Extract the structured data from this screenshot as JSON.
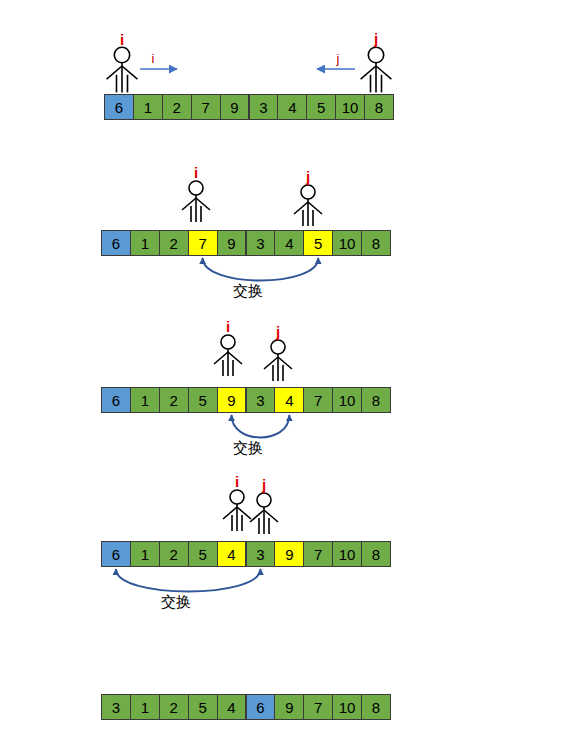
{
  "diagram": {
    "nodes": [
      {
        "text": [
          "6"
        ]
      },
      {
        "text": [
          "1"
        ]
      },
      {
        "text": [
          "2"
        ]
      },
      {
        "text": [
          "7"
        ]
      },
      {
        "text": [
          "9"
        ]
      },
      {
        "text": [
          "3"
        ]
      },
      {
        "text": [
          "4"
        ]
      },
      {
        "text": [
          "5"
        ]
      },
      {
        "text": [
          "10"
        ]
      },
      {
        "text": [
          "8"
        ]
      },
      {
        "text": [
          "6"
        ]
      },
      {
        "text": [
          "1"
        ]
      },
      {
        "text": [
          "2"
        ]
      },
      {
        "text": [
          "7"
        ]
      },
      {
        "text": [
          "9"
        ]
      },
      {
        "text": [
          "3"
        ]
      },
      {
        "text": [
          "4"
        ]
      },
      {
        "text": [
          "5"
        ]
      },
      {
        "text": [
          "10"
        ]
      },
      {
        "text": [
          "8"
        ]
      },
      {
        "text": [
          "6"
        ]
      },
      {
        "text": [
          "1"
        ]
      },
      {
        "text": [
          "2"
        ]
      },
      {
        "text": [
          "5"
        ]
      },
      {
        "text": [
          "9"
        ]
      },
      {
        "text": [
          "3"
        ]
      },
      {
        "text": [
          "4"
        ]
      },
      {
        "text": [
          "7"
        ]
      },
      {
        "text": [
          "10"
        ]
      },
      {
        "text": [
          "8"
        ]
      },
      {
        "text": [
          "6"
        ]
      },
      {
        "text": [
          "1"
        ]
      },
      {
        "text": [
          "2"
        ]
      },
      {
        "text": [
          "5"
        ]
      },
      {
        "text": [
          "4"
        ]
      },
      {
        "text": [
          "3"
        ]
      },
      {
        "text": [
          "9"
        ]
      },
      {
        "text": [
          "7"
        ]
      },
      {
        "text": [
          "10"
        ]
      },
      {
        "text": [
          "8"
        ]
      },
      {
        "text": [
          "3"
        ]
      },
      {
        "text": [
          "1"
        ]
      },
      {
        "text": [
          "2"
        ]
      },
      {
        "text": [
          "5"
        ]
      },
      {
        "text": [
          "4"
        ]
      },
      {
        "text": [
          "6"
        ]
      },
      {
        "text": [
          "9"
        ]
      },
      {
        "text": [
          "7"
        ]
      },
      {
        "text": [
          "10"
        ]
      },
      {
        "text": [
          "8"
        ]
      }
    ],
    "edges": [
      {
        "from": 13,
        "to": 17,
        "arrow": "both",
        "label": "交换"
      },
      {
        "from": 24,
        "to": 26,
        "arrow": "both",
        "label": "交换"
      },
      {
        "from": 30,
        "to": 35,
        "arrow": "both",
        "label": "交换"
      }
    ],
    "labels": [
      "i",
      "i",
      "j",
      "j",
      "i",
      "j",
      "i",
      "j",
      "i",
      "j"
    ]
  }
}
